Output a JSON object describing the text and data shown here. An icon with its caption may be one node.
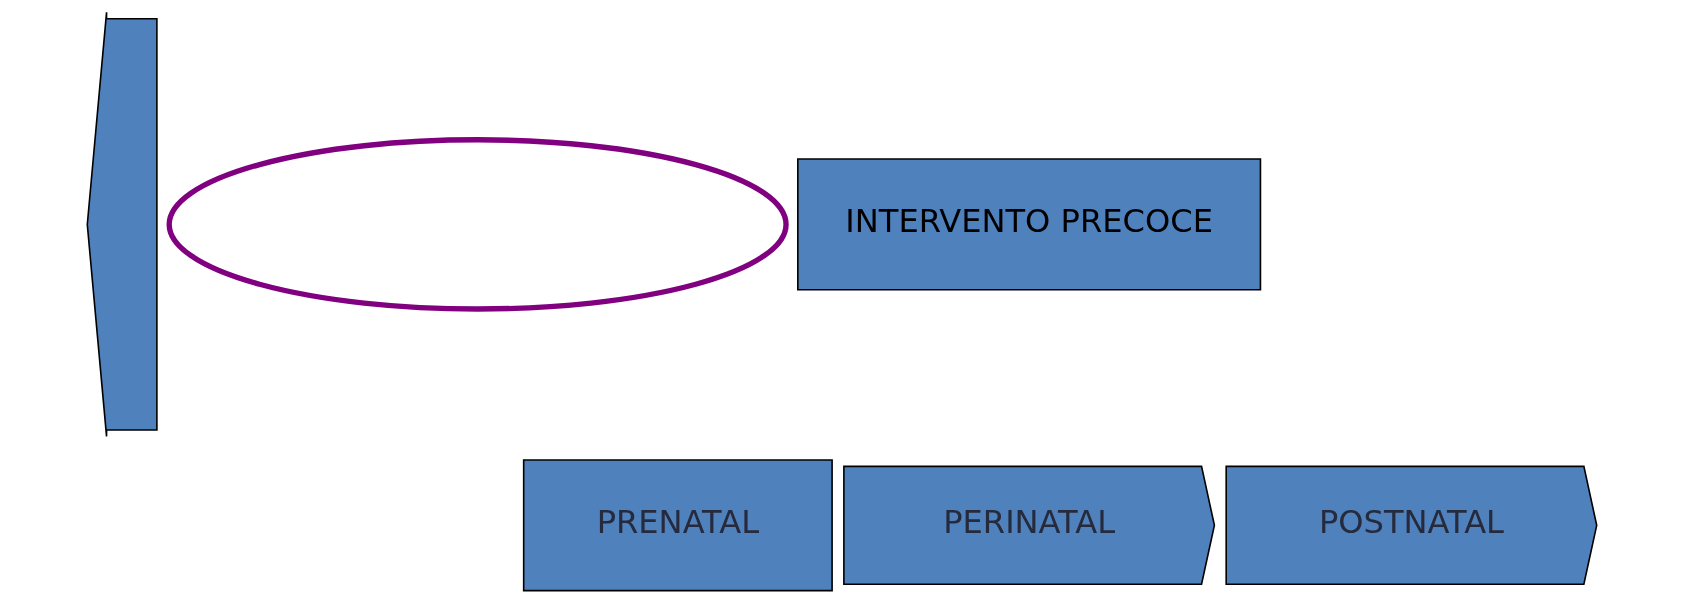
{
  "diagram": {
    "nodes": [
      {
        "text": [],
        "shape": "arrow"
      },
      {
        "text": [],
        "shape": "ellipse"
      },
      {
        "text": [
          "INTERVENTO PRECOCE"
        ]
      },
      {
        "text": [
          "PRENATAL"
        ]
      },
      {
        "text": [
          "PERINATAL"
        ]
      },
      {
        "text": [
          "POSTNATAL"
        ]
      }
    ],
    "edges": []
  }
}
